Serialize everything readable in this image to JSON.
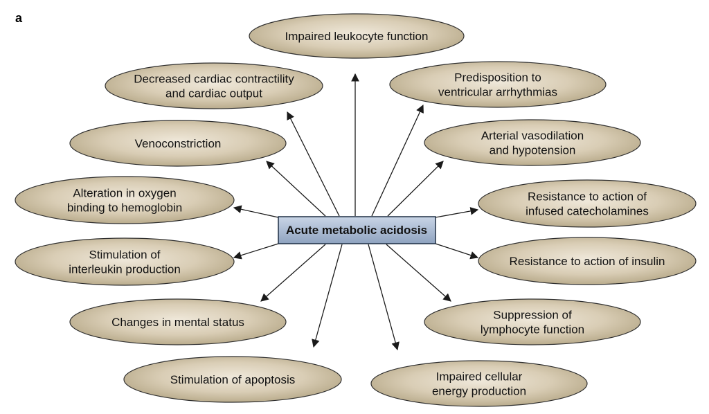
{
  "panel_label": "a",
  "center": {
    "label": "Acute metabolic acidosis"
  },
  "effects": [
    {
      "id": "impaired-leukocyte-function",
      "lines": [
        "Impaired leukocyte function"
      ]
    },
    {
      "id": "decreased-cardiac-contractility",
      "lines": [
        "Decreased cardiac contractility",
        "and cardiac output"
      ]
    },
    {
      "id": "predisposition-ventricular-arrhythmias",
      "lines": [
        "Predisposition to",
        "ventricular arrhythmias"
      ]
    },
    {
      "id": "venoconstriction",
      "lines": [
        "Venoconstriction"
      ]
    },
    {
      "id": "arterial-vasodilation",
      "lines": [
        "Arterial vasodilation",
        "and hypotension"
      ]
    },
    {
      "id": "alteration-oxygen-binding",
      "lines": [
        "Alteration in oxygen",
        "binding to hemoglobin"
      ]
    },
    {
      "id": "resistance-catecholamines",
      "lines": [
        "Resistance to action of",
        "infused catecholamines"
      ]
    },
    {
      "id": "stimulation-interleukin",
      "lines": [
        "Stimulation of",
        "interleukin production"
      ]
    },
    {
      "id": "resistance-insulin",
      "lines": [
        "Resistance to action of insulin"
      ]
    },
    {
      "id": "changes-mental-status",
      "lines": [
        "Changes in mental status"
      ]
    },
    {
      "id": "suppression-lymphocyte",
      "lines": [
        "Suppression of",
        "lymphocyte function"
      ]
    },
    {
      "id": "stimulation-apoptosis",
      "lines": [
        "Stimulation of apoptosis"
      ]
    },
    {
      "id": "impaired-energy-production",
      "lines": [
        "Impaired cellular",
        "energy production"
      ]
    }
  ]
}
